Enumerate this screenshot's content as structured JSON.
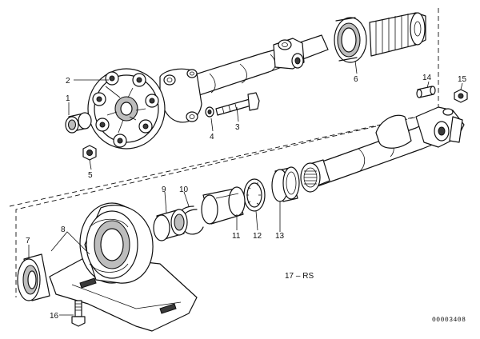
{
  "diagram": {
    "callouts": {
      "c1": "1",
      "c2": "2",
      "c3": "3",
      "c4": "4",
      "c5": "5",
      "c6": "6",
      "c7": "7",
      "c8": "8",
      "c9": "9",
      "c10": "10",
      "c11": "11",
      "c12": "12",
      "c13": "13",
      "c14": "14",
      "c15": "15",
      "c16": "16"
    },
    "group_reference": "17 – RS",
    "document_number": "00003408"
  }
}
